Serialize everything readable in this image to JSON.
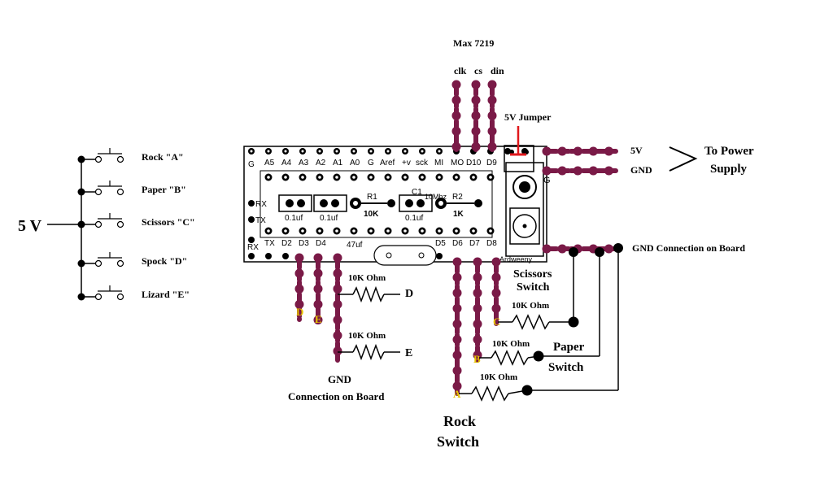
{
  "header": {
    "chip": "Max 7219",
    "clk": "clk",
    "cs": "cs",
    "din": "din",
    "jumper": "5V Jumper"
  },
  "power": {
    "v5": "5V",
    "gnd": "GND",
    "to_supply_1": "To Power",
    "to_supply_2": "Supply"
  },
  "supply": {
    "label": "5 V"
  },
  "buttons": [
    "Rock \"A\"",
    "Paper \"B\"",
    "Scissors \"C\"",
    "Spock \"D\"",
    "Lizard \"E\""
  ],
  "board": {
    "top_pins": [
      "G",
      "A5",
      "A4",
      "A3",
      "A2",
      "A1",
      "A0",
      "G",
      "Aref",
      "+v",
      "sck",
      "MI",
      "MO",
      "D10",
      "D9"
    ],
    "bottom_pins": [
      "TX",
      "D2",
      "D3",
      "D4",
      "D5",
      "D6",
      "D7",
      "D8"
    ],
    "side_pins": [
      "RX",
      "TX",
      "RX"
    ],
    "r1": "R1",
    "r1_val": "10K",
    "r2": "R2",
    "r2_val": "1K",
    "c1": "C1",
    "cap1": "0.1uf",
    "cap2": "0.1uf",
    "cap3": "0.1uf",
    "cap4": "47uf",
    "brand": "Ardweeny",
    "osc": "10Mhz"
  },
  "gnd_board": "GND Connection on Board",
  "gnd_left_1": "GND",
  "gnd_left_2": "Connection on Board",
  "resistors": {
    "r_d": "10K Ohm",
    "r_e": "10K Ohm",
    "r_c": "10K Ohm",
    "r_b": "10K Ohm",
    "r_a": "10K Ohm"
  },
  "wire_letters": {
    "d": "D",
    "e": "E",
    "c": "C",
    "b": "B",
    "a": "A"
  },
  "switch_labels": {
    "d_end": "D",
    "e_end": "E",
    "scissors_1": "Scissors",
    "scissors_2": "Switch",
    "paper_1": "Paper",
    "paper_2": "Switch",
    "rock_1": "Rock",
    "rock_2": "Switch"
  }
}
